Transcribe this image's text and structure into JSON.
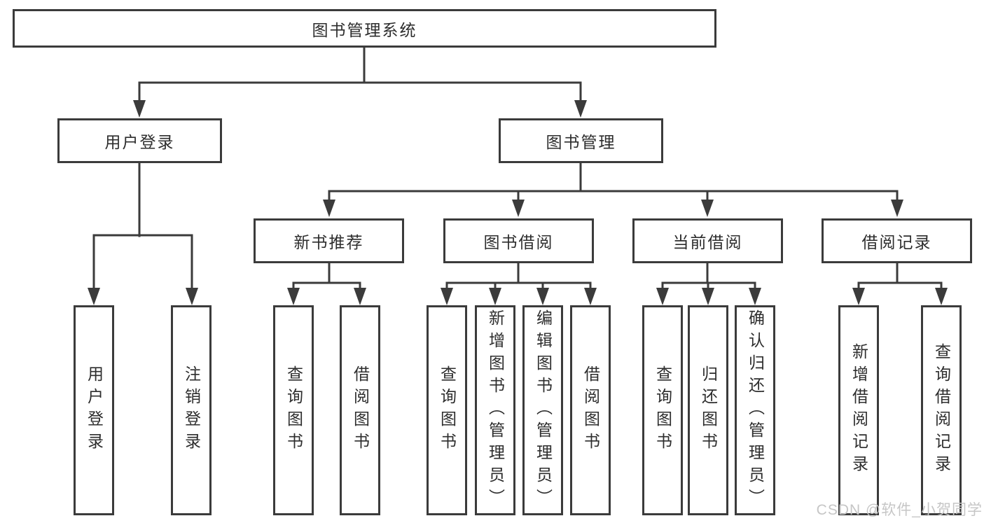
{
  "diagram": {
    "root": {
      "label": "图书管理系统"
    },
    "branches": [
      {
        "label": "用户登录",
        "children": [
          {
            "label": "用户登录"
          },
          {
            "label": "注销登录"
          }
        ]
      },
      {
        "label": "图书管理",
        "children": [
          {
            "label": "新书推荐",
            "children": [
              {
                "label": "查询图书"
              },
              {
                "label": "借阅图书"
              }
            ]
          },
          {
            "label": "图书借阅",
            "children": [
              {
                "label": "查询图书"
              },
              {
                "label": "新增图书（管理员）"
              },
              {
                "label": "编辑图书（管理员）"
              },
              {
                "label": "借阅图书"
              }
            ]
          },
          {
            "label": "当前借阅",
            "children": [
              {
                "label": "查询图书"
              },
              {
                "label": "归还图书"
              },
              {
                "label": "确认归还（管理员）"
              }
            ]
          },
          {
            "label": "借阅记录",
            "children": [
              {
                "label": "新增借阅记录"
              },
              {
                "label": "查询借阅记录"
              }
            ]
          }
        ]
      }
    ]
  },
  "watermark": {
    "text": "CSDN @软件_小贺同学"
  },
  "colors": {
    "line": "#3b3b3b",
    "text": "#2d2d2d",
    "watermark": "#c6c6c6",
    "background": "#ffffff"
  }
}
